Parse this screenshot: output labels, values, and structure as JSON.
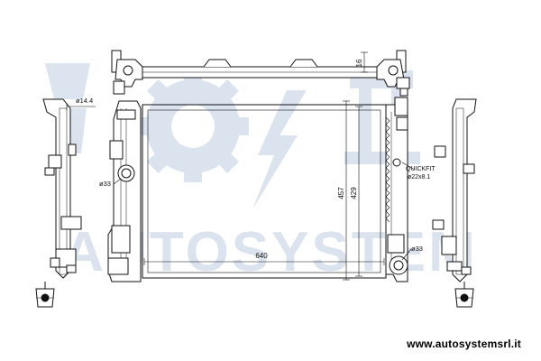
{
  "watermark": {
    "brand": "AUTOSYSTEM",
    "color": "#c9d6e8"
  },
  "dimensions": {
    "top_bracket_height": "16",
    "left_pin_diameter": "ø14.4",
    "left_tank_port": "ø33",
    "core_width": "640",
    "overall_height": "457",
    "core_height": "429",
    "quickfit_label": "QUICKFIT",
    "quickfit_diameter": "ø22x8.1",
    "bottom_port": "ø33"
  },
  "footer": {
    "website": "www.autosystemsrl.it"
  },
  "colors": {
    "line": "#111111",
    "background": "#ffffff"
  }
}
